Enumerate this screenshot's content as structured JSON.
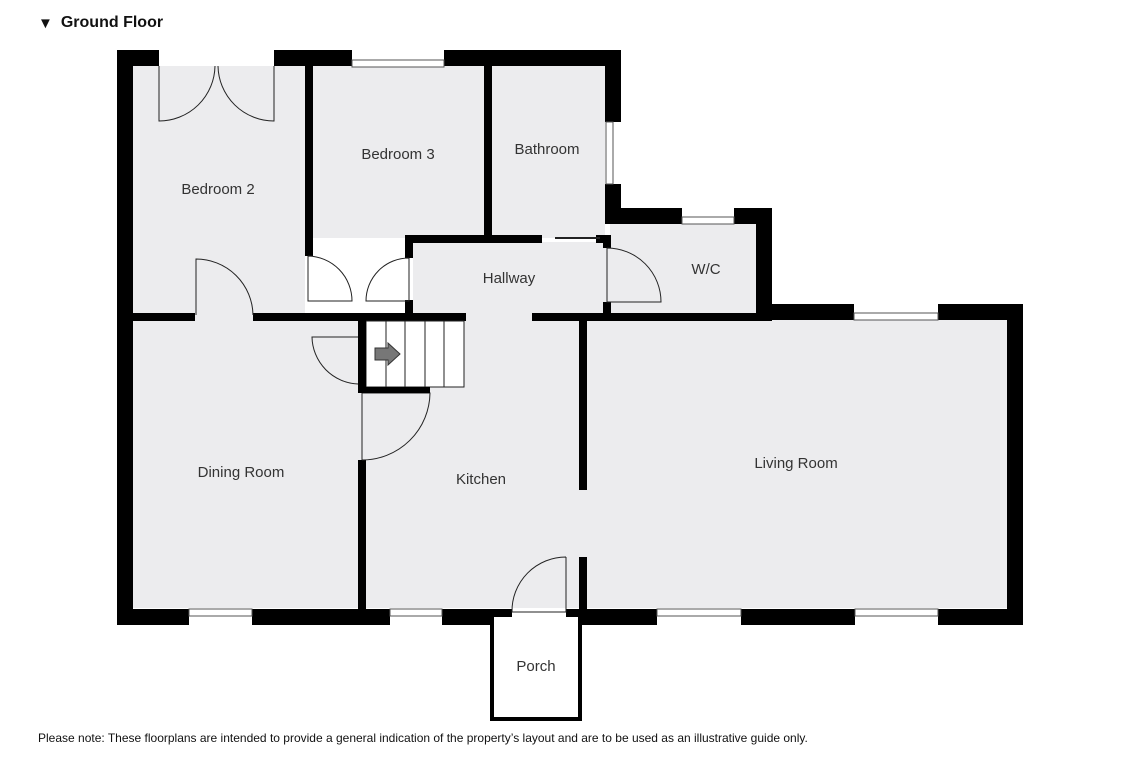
{
  "header": {
    "title": "Ground Floor",
    "toggle_icon": "triangle-down-icon"
  },
  "rooms": {
    "bedroom2": "Bedroom 2",
    "bedroom3": "Bedroom 3",
    "bathroom": "Bathroom",
    "hallway": "Hallway",
    "wc": "W/C",
    "dining": "Dining Room",
    "kitchen": "Kitchen",
    "living": "Living Room",
    "porch": "Porch"
  },
  "footer": {
    "note": "Please note: These floorplans are intended to provide a general indication of the property’s layout and are to be used as an illustrative guide only."
  },
  "colors": {
    "wall": "#000000",
    "floor": "#ececee",
    "text": "#333333"
  }
}
